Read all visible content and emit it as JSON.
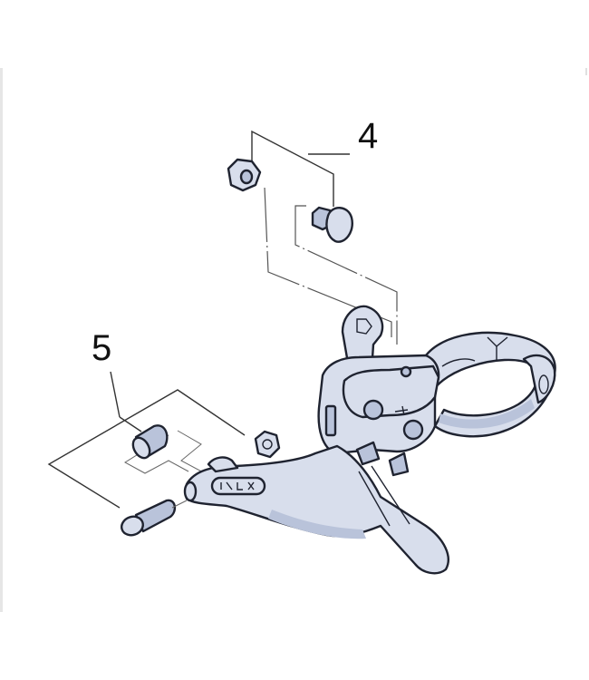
{
  "diagram": {
    "subject": "Front derailleur exploded parts view",
    "callouts": [
      {
        "id": "4",
        "label": "4",
        "parts": [
          "hex-nut",
          "adjust-bolt"
        ]
      },
      {
        "id": "5",
        "label": "5",
        "parts": [
          "spacer-collar",
          "cage-nut",
          "cage-screw"
        ]
      }
    ],
    "colors": {
      "part_fill": "#d8deec",
      "part_shade": "#b9c3da",
      "outline": "#1f2330",
      "leader_line": "#333333",
      "background": "#ffffff"
    }
  }
}
